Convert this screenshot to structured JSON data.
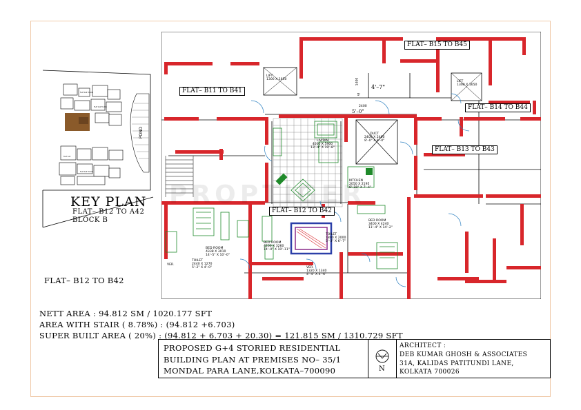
{
  "key_plan": {
    "title": "KEY PLAN",
    "flat": "FLAT– B12 TO A42",
    "block": "BLOCK B",
    "pond": "POND"
  },
  "flat_caption": "FLAT–  B12 TO B42",
  "plan": {
    "flat_labels": {
      "b11": "FLAT– B11 TO B41",
      "b15": "FLAT–  B15 TO B45",
      "b14": "FLAT–  B14 TO B44",
      "b13": "FLAT–  B13 TO B43",
      "b12": "FLAT–  B12 TO B42"
    },
    "rooms": {
      "lift1": "LIFT\n1300 X 1650",
      "lift2": "LIFT\n1300 X 1650",
      "corridor_w": "4'–7\"",
      "corridor_w2": "5'–0\"",
      "corridor_mm": "1400",
      "corridor_mm2": "2400",
      "livdin": "LIV/DIN\n4000 X 5900\n13'–4\" X 19'–8\"",
      "duct": "DUCT\n2400 X 2400\n8'–0\" X 8'–0\"",
      "kitchen": "KITCHEN\n2050 X 2195\n6'–10\" X 7'–4\"",
      "bed1": "BED ROOM\n4338 X 3010\n14'–5\" X 10'–0\"",
      "bed2": "BED ROOM\n4200 X 3260\n14'–0\" X 10'–11\"",
      "bed3": "BED ROOM\n3400 X 4240\n11'–4\" X 14'–2\"",
      "toilet1": "TOILET\n2440 X 1270\n5'–2\" X 4'–0\"",
      "toilet2": "TOILET\n1800 X 2000\n5'–3\" X 6'–7\"",
      "ver1": "VER.",
      "ver2": "VER.\n1320 X 1340\n4'–4\" X 4'–6\""
    }
  },
  "areas": {
    "nett": "NETT AREA :  94.812 SM / 1020.177 SFT",
    "stair": "AREA WITH STAIR ( 8.78%) : (94.812 +6.703)",
    "super": "SUPER BUILT AREA ( 20%) : (94.812 + 6.703 + 20.30) = 121.815 SM / 1310.729 SFT"
  },
  "title_block": {
    "project_1": "PROPOSED G+4 STORIED RESIDENTIAL",
    "project_2": "BUILDING PLAN AT PREMISES NO– 35/1",
    "project_3": "MONDAL PARA LANE,KOLKATA–700090",
    "north": "N",
    "architect_heading": "ARCHITECT :",
    "architect_name": "DEB KUMAR GHOSH & ASSOCIATES",
    "architect_addr1": "31A, KALIDAS PATITUNDI LANE,",
    "architect_addr2": "KOLKATA 700026"
  },
  "watermark": "PROPTIGER",
  "colors": {
    "wall": "#d8262b",
    "line": "#000000",
    "furniture": "#1f8a2a",
    "door": "#2a7fc0",
    "stair_blue": "#2b3fa8",
    "stair_purple": "#8a2a8a",
    "key_brown": "#8a5a2a",
    "sheet_border": "#f0c9a8"
  }
}
